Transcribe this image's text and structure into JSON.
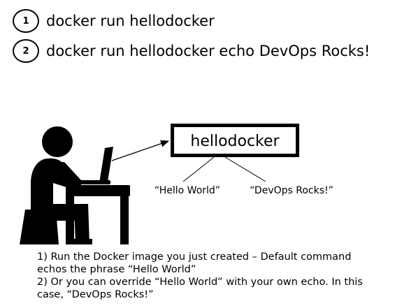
{
  "steps": [
    {
      "number": "1",
      "command": "docker run hellodocker"
    },
    {
      "number": "2",
      "command": "docker run hellodocker echo DevOps Rocks!"
    }
  ],
  "container": {
    "name": "hellodocker",
    "outputs": [
      "“Hello World”",
      "“DevOps Rocks!”"
    ]
  },
  "caption": {
    "line1": "1) Run the Docker image you just created – Default command echos the phrase “Hello World”",
    "line2": "2) Or you can override “Hello World” with your own echo. In this case, “DevOps Rocks!”"
  }
}
